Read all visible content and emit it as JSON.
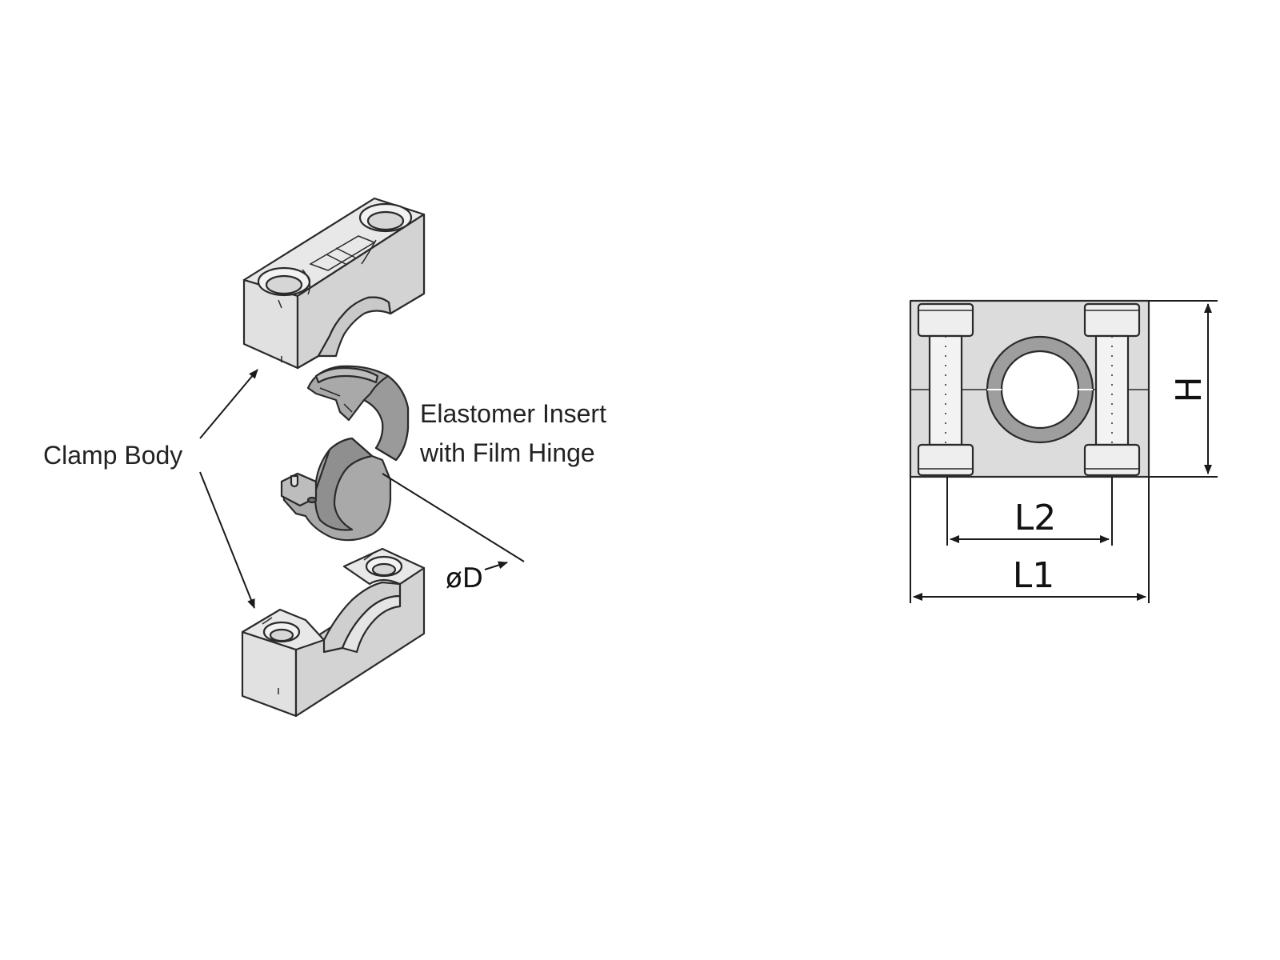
{
  "labels": {
    "clamp_body": "Clamp Body",
    "insert_line1": "Elastomer Insert",
    "insert_line2": "with Film Hinge",
    "diameter": "øD",
    "height": "H",
    "length2": "L2",
    "length1": "L1"
  },
  "colors": {
    "body_fill": "#e1e1e1",
    "body_side": "#cfcfcf",
    "insert_fill": "#a3a3a3",
    "insert_dark": "#8a8a8a",
    "line": "#2a2a2a",
    "background": "#ffffff"
  }
}
